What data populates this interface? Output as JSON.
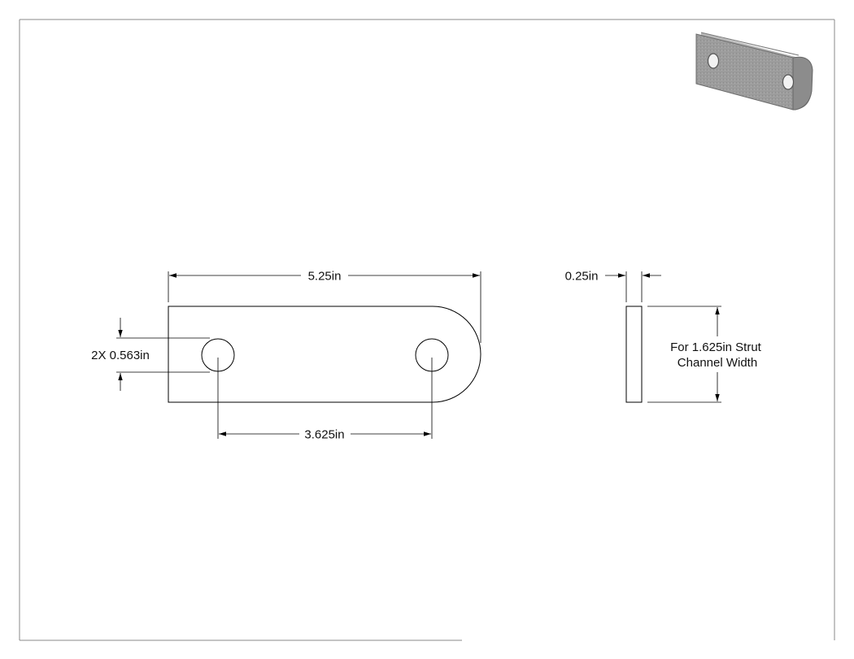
{
  "dimensions": {
    "overall_length": "5.25in",
    "hole_diameter": "2X 0.563in",
    "hole_spacing": "3.625in",
    "thickness": "0.25in"
  },
  "note": {
    "line1": "For 1.625in Strut",
    "line2": "Channel Width"
  },
  "colors": {
    "line": "#000000",
    "border": "#777777",
    "iso_face": "#9a9a9a",
    "iso_edge": "#6f6f6f"
  }
}
